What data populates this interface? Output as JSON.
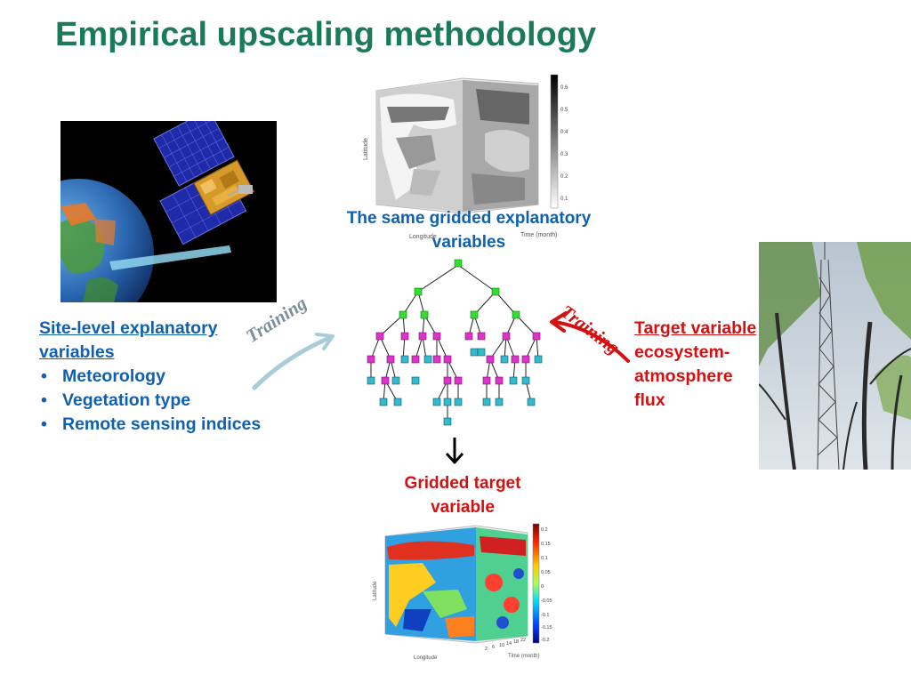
{
  "title": "Empirical upscaling methodology",
  "site_level": {
    "heading": "Site-level explanatory variables",
    "items": [
      "Meteorology",
      "Vegetation type",
      "Remote sensing indices"
    ]
  },
  "target": {
    "heading": "Target variable",
    "desc": "ecosystem-atmosphere flux"
  },
  "gridded_explanatory": {
    "label": "The same gridded explanatory variables",
    "axis_latitude": "Latitude",
    "axis_longitude": "Longitude",
    "axis_time": "Time (month)",
    "colorbar_ticks": [
      "0.6",
      "0.5",
      "0.4",
      "0.3",
      "0.2",
      "0.1"
    ]
  },
  "gridded_target": {
    "label": "Gridded target variable",
    "axis_latitude": "Latitude",
    "axis_longitude": "Longitude",
    "axis_time": "Time (month)",
    "time_ticks": [
      "2",
      "6",
      "10",
      "14",
      "18",
      "22"
    ],
    "colorbar_ticks": [
      "0.2",
      "0.15",
      "0.1",
      "0.05",
      "0",
      "-0.05",
      "-0.1",
      "-0.15",
      "-0.2"
    ]
  },
  "training_left": "Training",
  "training_right": "Training",
  "colors": {
    "title": "#1a7a5a",
    "blue_text": "#1060b0",
    "red_text": "#d41010",
    "node_green": "#33dd33",
    "node_magenta": "#dd33cc",
    "leaf_cyan": "#33bbcc",
    "arrow_left": "#a8cdd8",
    "arrow_right": "#d41010"
  }
}
